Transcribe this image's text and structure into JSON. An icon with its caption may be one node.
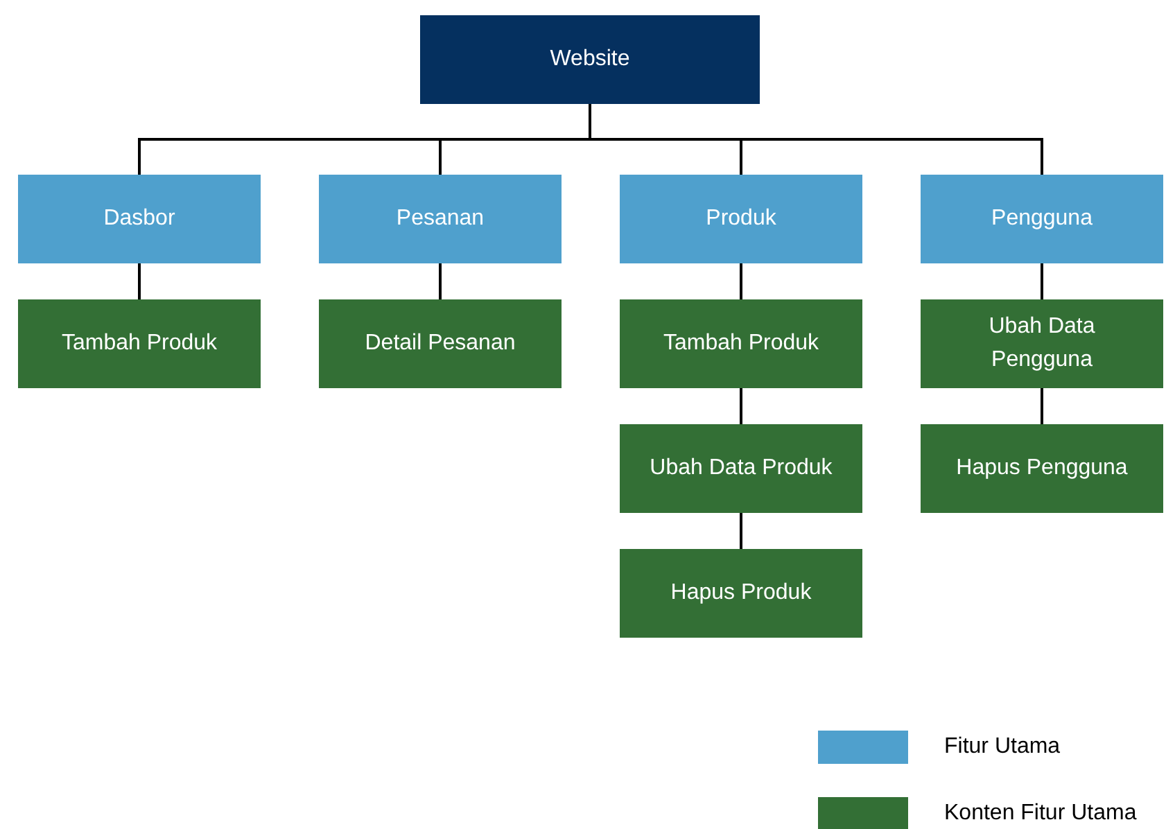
{
  "diagram": {
    "nodes": [
      {
        "text": [
          "Website"
        ]
      },
      {
        "text": [
          "Dasbor"
        ]
      },
      {
        "text": [
          "Pesanan"
        ]
      },
      {
        "text": [
          "Produk"
        ]
      },
      {
        "text": [
          "Pengguna"
        ]
      },
      {
        "text": [
          "Tambah Produk"
        ]
      },
      {
        "text": [
          "Detail Pesanan"
        ]
      },
      {
        "text": [
          "Tambah Produk"
        ]
      },
      {
        "text": [
          "Ubah Data Produk"
        ]
      },
      {
        "text": [
          "Hapus Produk"
        ]
      },
      {
        "text": [
          "Ubah Data Pengguna"
        ]
      },
      {
        "text": [
          "Hapus Pengguna"
        ]
      }
    ],
    "edges": [
      {
        "from": 0,
        "to": 1,
        "arrow": "none"
      },
      {
        "from": 0,
        "to": 2,
        "arrow": "none"
      },
      {
        "from": 0,
        "to": 3,
        "arrow": "none"
      },
      {
        "from": 0,
        "to": 4,
        "arrow": "none"
      },
      {
        "from": 1,
        "to": 5,
        "arrow": "none"
      },
      {
        "from": 2,
        "to": 6,
        "arrow": "none"
      },
      {
        "from": 3,
        "to": 7,
        "arrow": "none"
      },
      {
        "from": 7,
        "to": 8,
        "arrow": "none"
      },
      {
        "from": 8,
        "to": 9,
        "arrow": "none"
      },
      {
        "from": 4,
        "to": 10,
        "arrow": "none"
      },
      {
        "from": 10,
        "to": 11,
        "arrow": "none"
      }
    ],
    "legend": [
      {
        "text": "Fitur Utama",
        "color": "#4fa0cd"
      },
      {
        "text": "Konten Fitur Utama",
        "color": "#336f35"
      }
    ]
  }
}
